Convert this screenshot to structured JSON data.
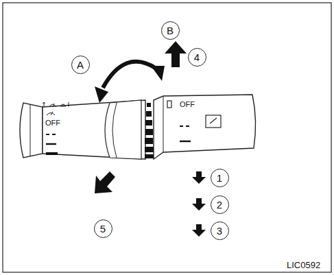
{
  "diagram": {
    "nodes": [
      {
        "text": [
          "B"
        ]
      },
      {
        "text": [
          "A"
        ]
      },
      {
        "text": [
          "4"
        ]
      },
      {
        "text": [
          "1"
        ]
      },
      {
        "text": [
          "2"
        ]
      },
      {
        "text": [
          "5"
        ]
      },
      {
        "text": [
          "3"
        ]
      }
    ],
    "labels": [
      "OFF",
      "OFF",
      "LIC0592"
    ]
  }
}
